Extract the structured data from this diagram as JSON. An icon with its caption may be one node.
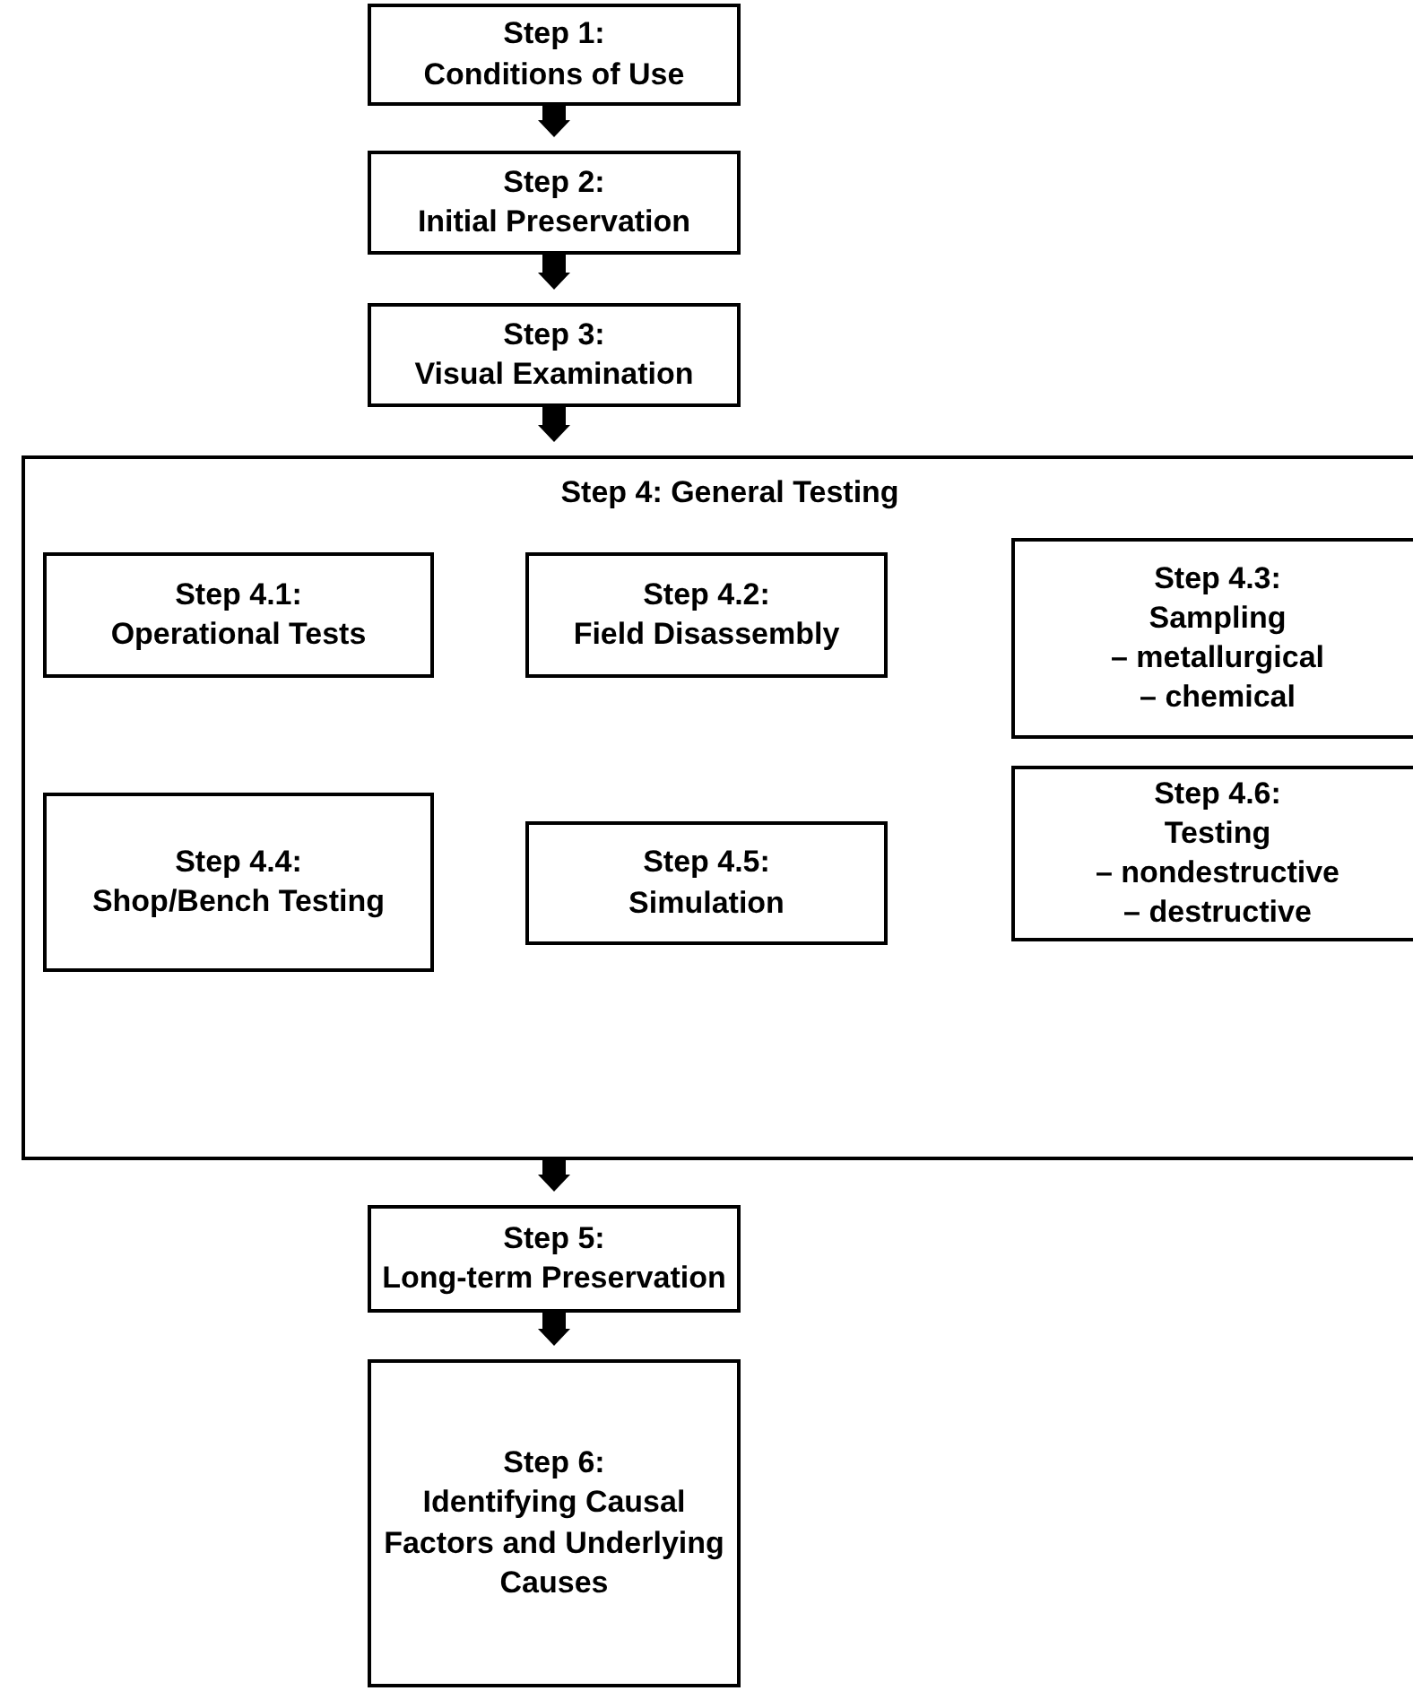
{
  "diagram": {
    "nodes": [
      {
        "text": [
          "Step 1:",
          "Conditions of Use"
        ]
      },
      {
        "text": [
          "Step 2:",
          "Initial Preservation"
        ]
      },
      {
        "text": [
          "Step 3:",
          "Visual Examination"
        ]
      },
      {
        "text": [
          "Step 4: General Testing"
        ]
      },
      {
        "text": [
          "Step 4.1:",
          "Operational Tests"
        ],
        "in": 3
      },
      {
        "text": [
          "Step 4.2:",
          "Field Disassembly"
        ],
        "in": 3
      },
      {
        "text": [
          "Step 4.3:",
          "Sampling",
          "– metallurgical",
          "– chemical"
        ],
        "in": 3
      },
      {
        "text": [
          "Step 4.4:",
          "Shop/Bench Testing"
        ],
        "in": 3
      },
      {
        "text": [
          "Step 4.5:",
          "Simulation"
        ],
        "in": 3
      },
      {
        "text": [
          "Step 4.6:",
          "Testing",
          "– nondestructive",
          "– destructive"
        ],
        "in": 3
      },
      {
        "text": [
          "Step 5:",
          "Long-term Preservation"
        ]
      },
      {
        "text": [
          "Step 6:",
          "Identifying Causal Factors and Underlying Causes"
        ]
      }
    ],
    "edges": [
      {
        "from": 0,
        "to": 1,
        "arrow": "to"
      },
      {
        "from": 1,
        "to": 2,
        "arrow": "to"
      },
      {
        "from": 2,
        "to": 3,
        "arrow": "to"
      },
      {
        "from": 3,
        "to": 10,
        "arrow": "to"
      },
      {
        "from": 10,
        "to": 11,
        "arrow": "to"
      }
    ]
  }
}
